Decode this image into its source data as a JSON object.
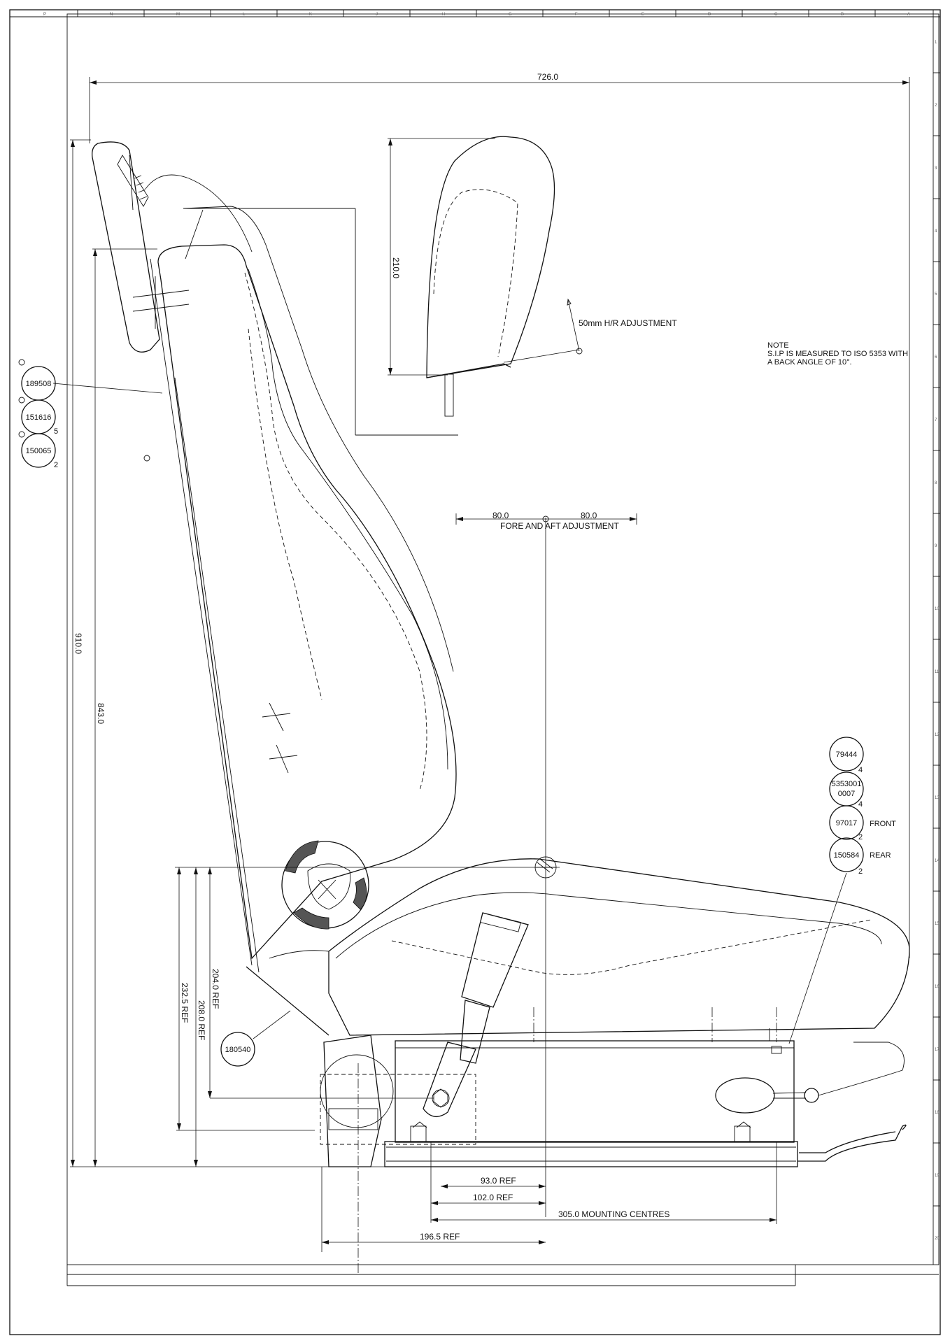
{
  "drawing": {
    "dimensions": {
      "overall_width": "726.0",
      "headrest_height": "210.0",
      "headrest_adjust": "50mm H/R ADJUSTMENT",
      "overall_height": "910.0",
      "back_height": "843.0",
      "fore_aft_left": "80.0",
      "fore_aft_right": "80.0",
      "fore_aft_label": "FORE AND AFT  ADJUSTMENT",
      "h_204": "204.0 REF",
      "h_208": "208.0 REF",
      "h_232": "232.5 REF",
      "d_93": "93.0 REF",
      "d_102": "102.0 REF",
      "d_305": "305.0 MOUNTING CENTRES",
      "d_196": "196.5 REF"
    },
    "note": {
      "title": "NOTE",
      "line1": "S.I.P IS MEASURED TO ISO 5353 WITH",
      "line2": "A BACK ANGLE OF 10°."
    },
    "balloons_left": [
      {
        "part": "189508",
        "qty": ""
      },
      {
        "part": "151616",
        "qty": "5"
      },
      {
        "part": "150065",
        "qty": "2"
      }
    ],
    "balloons_right": [
      {
        "part": "79444",
        "qty": "4",
        "label": ""
      },
      {
        "part": "5353001\n0007",
        "qty": "4",
        "label": ""
      },
      {
        "part": "97017",
        "qty": "2",
        "label": "FRONT"
      },
      {
        "part": "150584",
        "qty": "2",
        "label": "REAR"
      }
    ],
    "balloon_lower": {
      "part": "180540"
    }
  }
}
